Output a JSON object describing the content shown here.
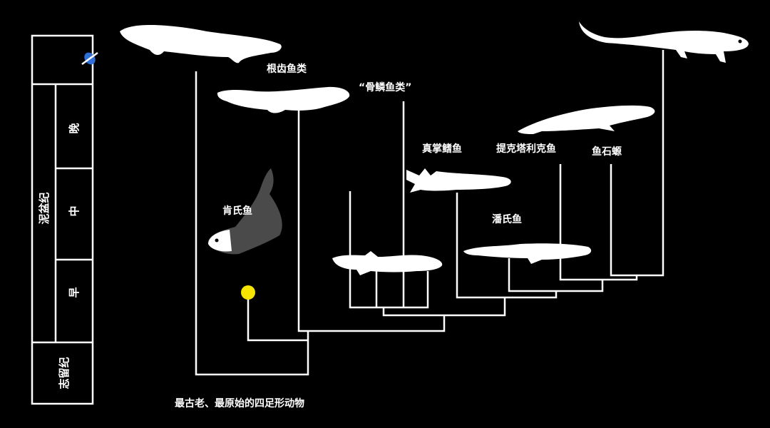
{
  "timescale": {
    "period_devonian": "泥盆纪",
    "period_silurian": "志留纪",
    "epoch_late": "晚",
    "epoch_middle": "中",
    "epoch_early": "早"
  },
  "taxa": {
    "rhizodonts": "根齿鱼类",
    "osteolepiforms": "“骨鳞鱼类”",
    "eusthenopteron": "真掌鳍鱼",
    "tiktaalik": "提克塔利克鱼",
    "acanthostega": "鱼石螈",
    "kenichthys": "肯氏鱼",
    "panderichthys": "潘氏鱼"
  },
  "annotation": {
    "bottom_caption": "最古老、最原始的四足形动物"
  },
  "colors": {
    "background": "#000000",
    "lines": "#ffffff",
    "node_marker": "#f5e500",
    "kenichthys_body": "#4a4a4a",
    "clock_icon": "#2f6fd6"
  },
  "icons": [
    "clock-icon",
    "yellow-node-dot"
  ]
}
